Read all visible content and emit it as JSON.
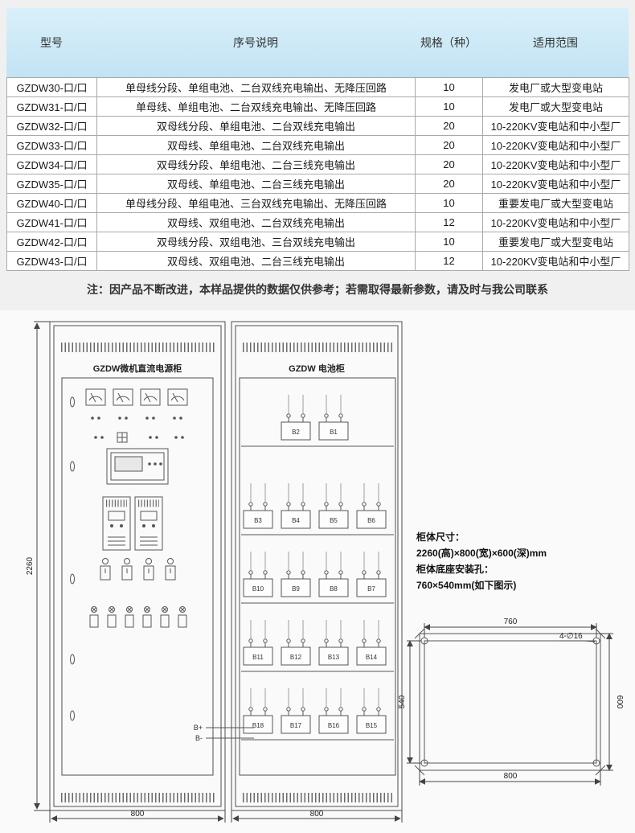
{
  "table": {
    "header_bg": "#c7e6f4",
    "columns": [
      "型号",
      "序号说明",
      "规格（种）",
      "适用范围"
    ],
    "rows": [
      {
        "model": "GZDW30-口/口",
        "desc": "单母线分段、单组电池、二台双线充电输出、无降压回路",
        "spec": "10",
        "range": "发电厂或大型变电站"
      },
      {
        "model": "GZDW31-口/口",
        "desc": "单母线、单组电池、二台双线充电输出、无降压回路",
        "spec": "10",
        "range": "发电厂或大型变电站"
      },
      {
        "model": "GZDW32-口/口",
        "desc": "双母线分段、单组电池、二台双线充电输出",
        "spec": "20",
        "range": "10-220KV变电站和中小型厂"
      },
      {
        "model": "GZDW33-口/口",
        "desc": "双母线、单组电池、二台双线充电输出",
        "spec": "20",
        "range": "10-220KV变电站和中小型厂"
      },
      {
        "model": "GZDW34-口/口",
        "desc": "双母线分段、单组电池、二台三线充电输出",
        "spec": "20",
        "range": "10-220KV变电站和中小型厂"
      },
      {
        "model": "GZDW35-口/口",
        "desc": "双母线、单组电池、二台三线充电输出",
        "spec": "20",
        "range": "10-220KV变电站和中小型厂"
      },
      {
        "model": "GZDW40-口/口",
        "desc": "单母线分段、单组电池、三台双线充电输出、无降压回路",
        "spec": "10",
        "range": "重要发电厂或大型变电站"
      },
      {
        "model": "GZDW41-口/口",
        "desc": "双母线、双组电池、二台双线充电输出",
        "spec": "12",
        "range": "10-220KV变电站和中小型厂"
      },
      {
        "model": "GZDW42-口/口",
        "desc": "双母线分段、双组电池、三台双线充电输出",
        "spec": "10",
        "range": "重要发电厂或大型变电站"
      },
      {
        "model": "GZDW43-口/口",
        "desc": "双母线、双组电池、二台三线充电输出",
        "spec": "12",
        "range": "10-220KV变电站和中小型厂"
      }
    ]
  },
  "note": "注：因产品不断改进，本样品提供的数据仅供参考；若需取得最新参数，请及时与我公司联系",
  "diagram": {
    "left_cabinet_title": "GZDW微机直流电源柜",
    "right_cabinet_title": "GZDW 电池柜",
    "height_dim": "2260",
    "left_width_dim": "800",
    "right_width_dim": "800",
    "terminal_plus": "B+",
    "terminal_minus": "B-",
    "battery_rows": [
      [
        "B2",
        "B1"
      ],
      [
        "B3",
        "B4",
        "B5",
        "B6"
      ],
      [
        "B10",
        "B9",
        "B8",
        "B7"
      ],
      [
        "B11",
        "B12",
        "B13",
        "B14"
      ],
      [
        "B18",
        "B17",
        "B16",
        "B15"
      ]
    ],
    "spec_text": {
      "line1": "柜体尺寸：",
      "line2": "2260(高)×800(宽)×600(深)mm",
      "line3": "柜体底座安装孔：",
      "line4": "760×540mm(如下图示)"
    },
    "base_plate": {
      "top_dim": "760",
      "left_dim": "540",
      "right_dim": "600",
      "bottom_dim": "800",
      "hole_label": "4-∅16"
    }
  }
}
